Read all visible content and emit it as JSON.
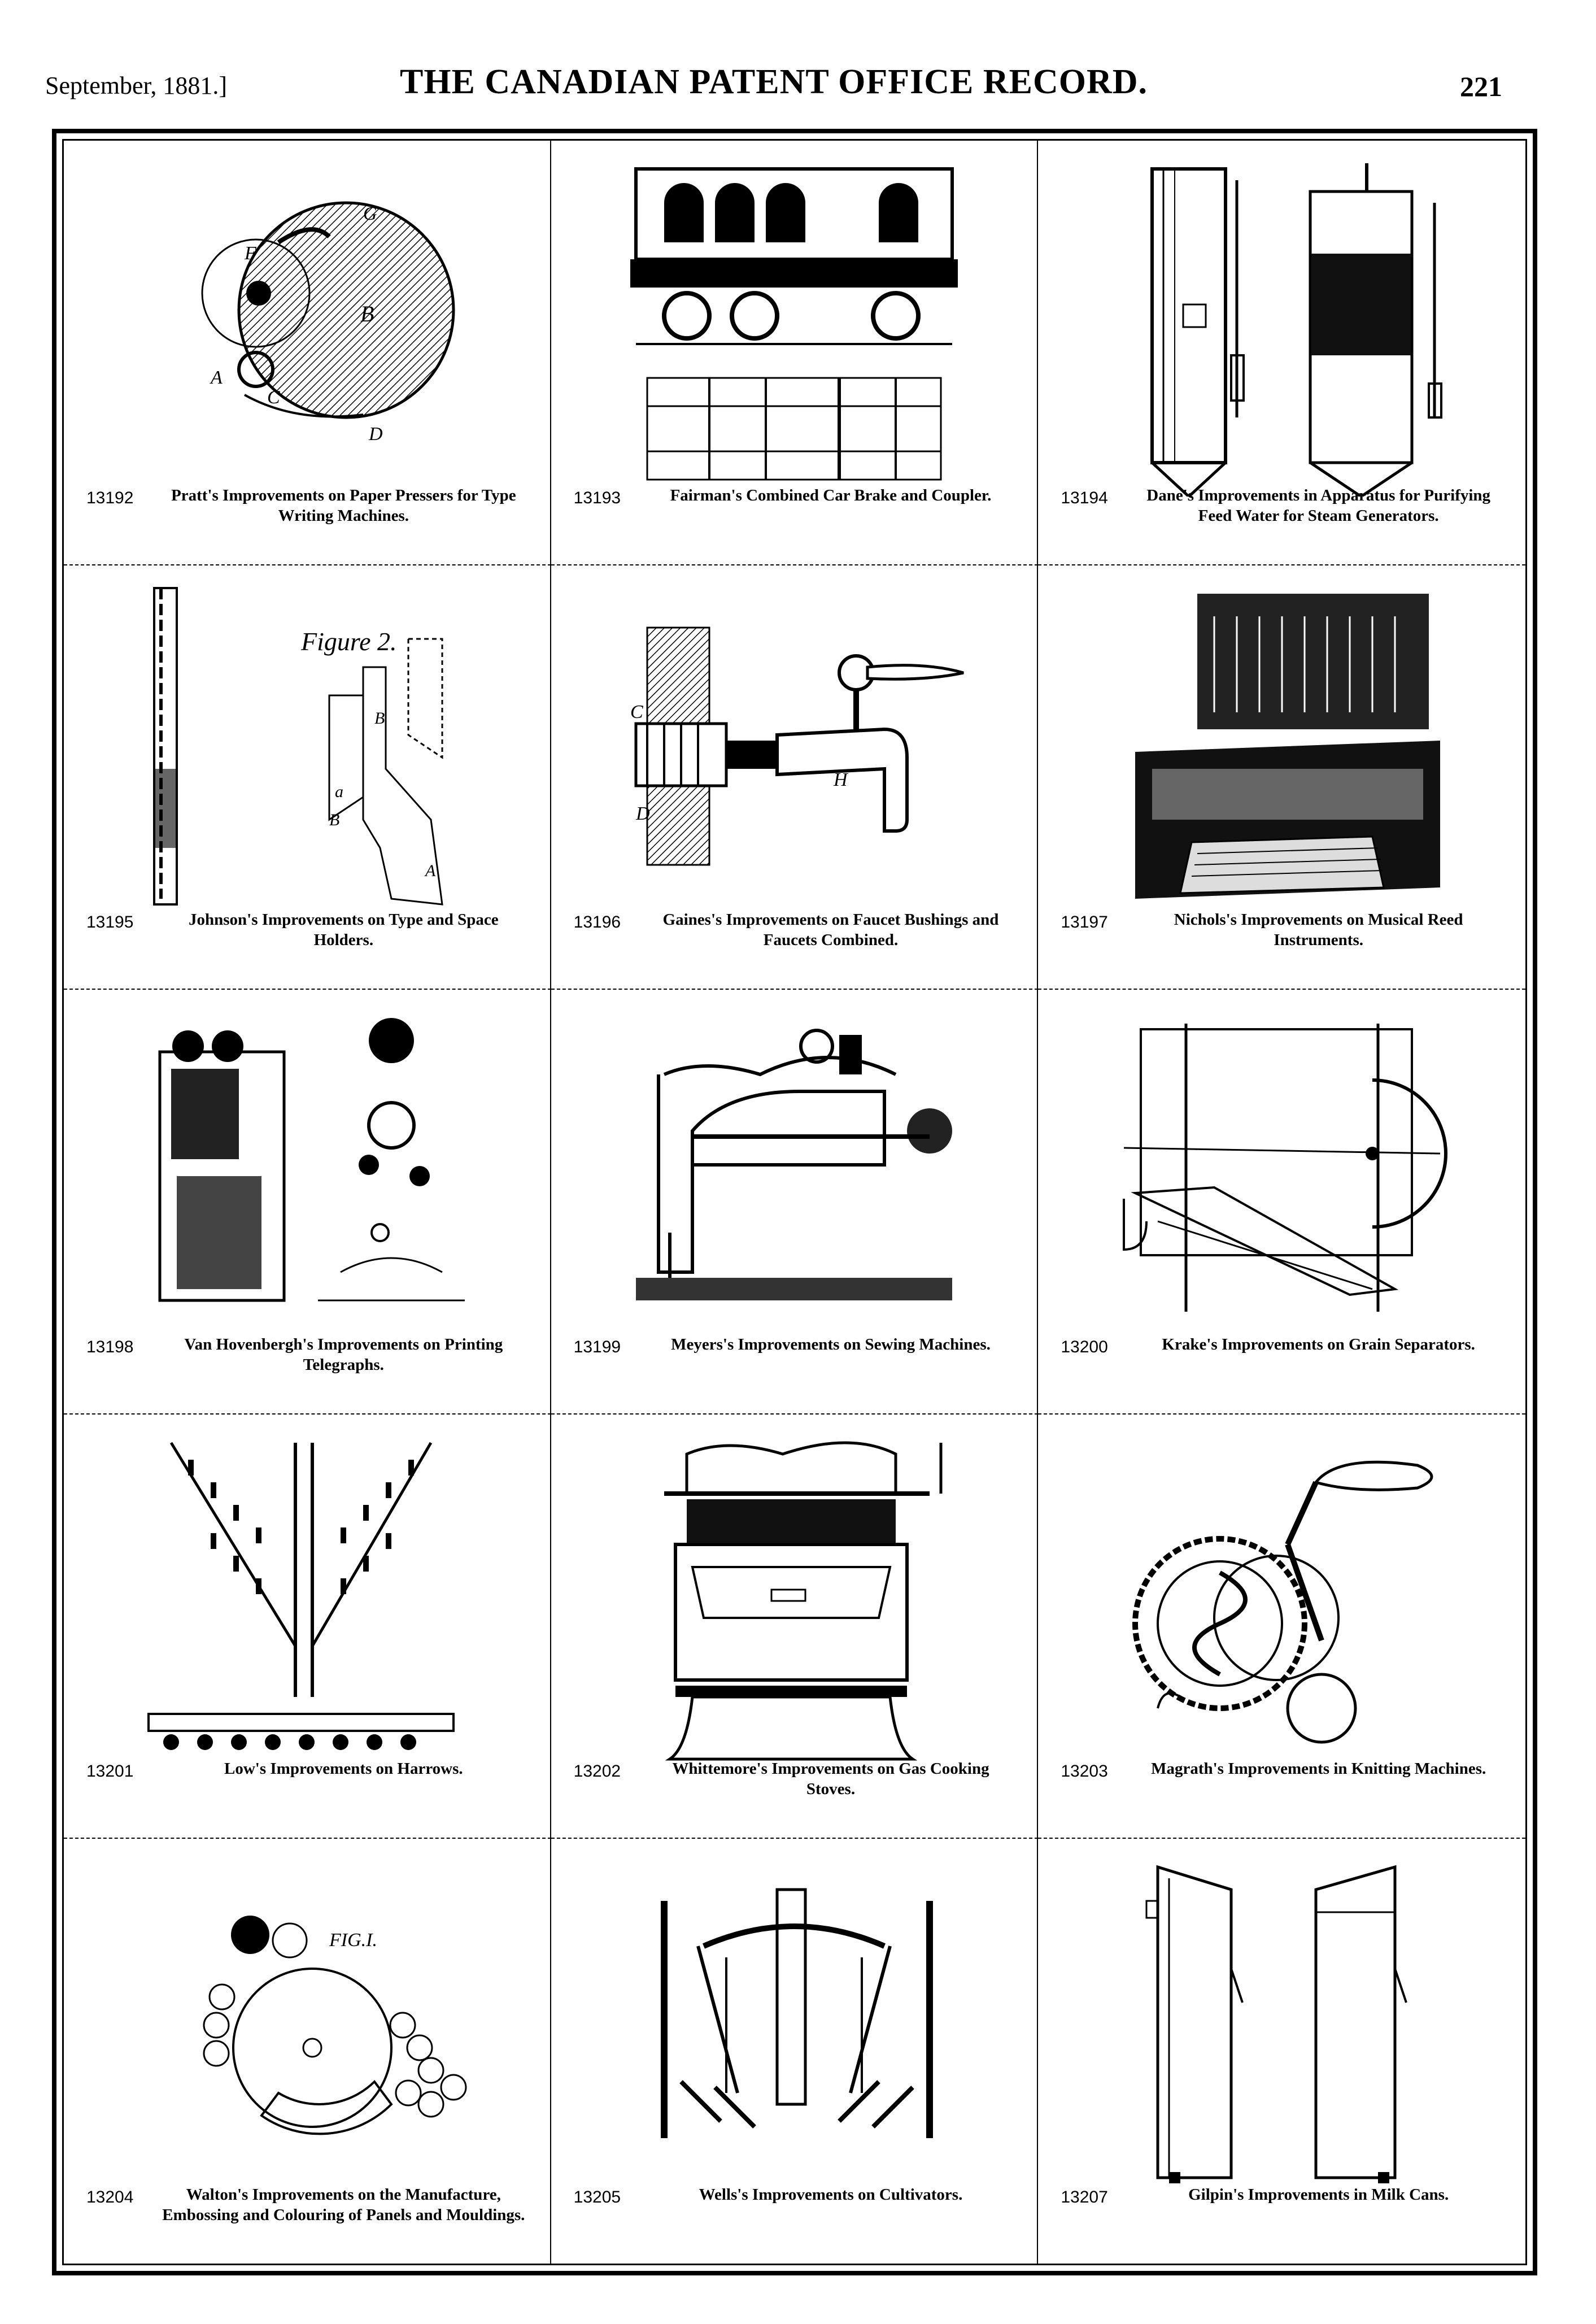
{
  "header": {
    "date": "September, 1881.]",
    "title": "THE CANADIAN PATENT OFFICE RECORD.",
    "page": "221"
  },
  "cells": [
    {
      "number": "13192",
      "caption": "Pratt's Improvements on Paper Pressers for Type Writing Machines.",
      "illustration": "paper-presser-icon"
    },
    {
      "number": "13193",
      "caption": "Fairman's Combined Car Brake and Coupler.",
      "illustration": "railway-car-icon"
    },
    {
      "number": "13194",
      "caption": "Dane's Improvements in Apparatus for Purifying Feed Water for Steam Generators.",
      "illustration": "water-purifier-icon"
    },
    {
      "number": "13195",
      "caption": "Johnson's Improvements on Type and Space Holders.",
      "illustration": "type-holder-icon",
      "figure_label": "Figure 2."
    },
    {
      "number": "13196",
      "caption": "Gaines's Improvements on Faucet Bushings and Faucets Combined.",
      "illustration": "faucet-icon"
    },
    {
      "number": "13197",
      "caption": "Nichols's Improvements on Musical Reed Instruments.",
      "illustration": "reed-organ-icon"
    },
    {
      "number": "13198",
      "caption": "Van Hovenbergh's Improvements on Printing Telegraphs.",
      "illustration": "printing-telegraph-icon"
    },
    {
      "number": "13199",
      "caption": "Meyers's Improvements on Sewing Machines.",
      "illustration": "sewing-machine-icon"
    },
    {
      "number": "13200",
      "caption": "Krake's Improvements on Grain Separators.",
      "illustration": "grain-separator-icon"
    },
    {
      "number": "13201",
      "caption": "Low's Improvements on Harrows.",
      "illustration": "harrow-icon"
    },
    {
      "number": "13202",
      "caption": "Whittemore's Improvements on Gas Cooking Stoves.",
      "illustration": "gas-stove-icon"
    },
    {
      "number": "13203",
      "caption": "Magrath's Improvements in Knitting Machines.",
      "illustration": "knitting-machine-icon"
    },
    {
      "number": "13204",
      "caption": "Walton's Improvements on the Manufacture, Embossing and Colouring of Panels and Mouldings.",
      "illustration": "embossing-rollers-icon",
      "figure_label": "FIG.I."
    },
    {
      "number": "13205",
      "caption": "Wells's Improvements on Cultivators.",
      "illustration": "cultivator-icon"
    },
    {
      "number": "13207",
      "caption": "Gilpin's Improvements in Milk Cans.",
      "illustration": "milk-can-icon"
    }
  ]
}
